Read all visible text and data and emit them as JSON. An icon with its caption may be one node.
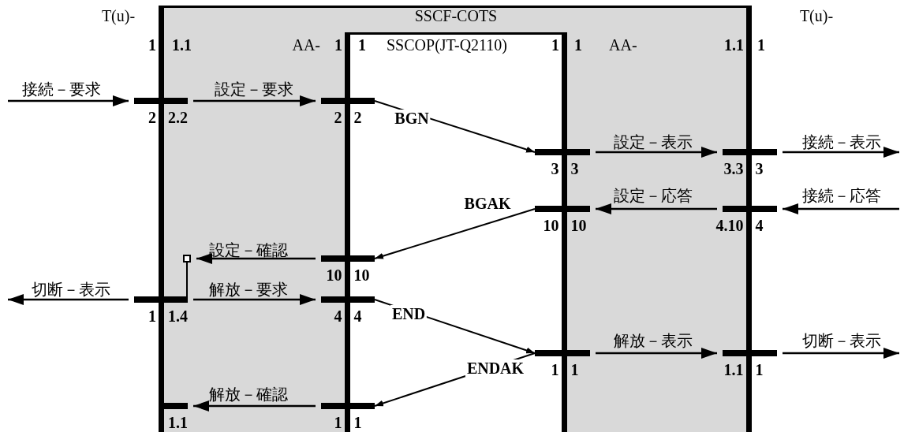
{
  "diagram": {
    "nodes": [
      {
        "text": [
          "SSCF-COTS"
        ]
      },
      {
        "text": [],
        "shape": "bar",
        "beside": [
          "2",
          "2.2"
        ]
      },
      {
        "text": [],
        "shape": "bar",
        "beside": [
          "2",
          "2"
        ],
        "in": 0
      },
      {
        "text": [],
        "shape": "bar",
        "beside": [
          "3",
          "3"
        ],
        "in": 0
      },
      {
        "text": [],
        "shape": "bar",
        "beside": [
          "3.3",
          "3"
        ]
      },
      {
        "text": [],
        "shape": "bar",
        "beside": [
          "10",
          "10"
        ],
        "in": 0
      },
      {
        "text": [],
        "shape": "bar",
        "beside": [
          "4.10",
          "4"
        ]
      },
      {
        "text": [],
        "shape": "box",
        "in": 0
      },
      {
        "text": [],
        "shape": "bar",
        "beside": [
          "10",
          "10"
        ],
        "in": 0
      },
      {
        "text": [],
        "shape": "bar",
        "beside": [
          "1",
          "1.4"
        ]
      },
      {
        "text": [],
        "shape": "bar",
        "beside": [
          "4",
          "4"
        ],
        "in": 0
      },
      {
        "text": [],
        "shape": "bar",
        "beside": [
          "1",
          "1"
        ],
        "in": 0
      },
      {
        "text": [],
        "shape": "bar",
        "beside": [
          "1.1",
          "1"
        ]
      },
      {
        "text": [],
        "shape": "bar",
        "beside": [
          "1.1"
        ],
        "in": 0
      },
      {
        "text": [],
        "shape": "bar",
        "beside": [
          "1",
          "1"
        ],
        "in": 0
      }
    ],
    "edges": [
      {
        "from": null,
        "to": 1,
        "arrow": "to",
        "label": "接続－要求"
      },
      {
        "from": 1,
        "to": 2,
        "arrow": "to",
        "label": "設定－要求"
      },
      {
        "from": 2,
        "to": 3,
        "arrow": "to",
        "label": "BGN"
      },
      {
        "from": 3,
        "to": 4,
        "arrow": "to",
        "label": "設定－表示"
      },
      {
        "from": 4,
        "to": null,
        "arrow": "to",
        "label": "接続－表示"
      },
      {
        "from": null,
        "to": 6,
        "arrow": "to",
        "label": "接続－応答"
      },
      {
        "from": 6,
        "to": 5,
        "arrow": "to",
        "label": "設定－応答"
      },
      {
        "from": 5,
        "to": 8,
        "arrow": "to",
        "label": "BGAK"
      },
      {
        "from": 8,
        "to": 7,
        "arrow": "to",
        "label": "設定－確認"
      },
      {
        "from": 7,
        "to": 9,
        "arrow": "none"
      },
      {
        "from": 9,
        "to": null,
        "arrow": "to",
        "label": "切断－表示"
      },
      {
        "from": 9,
        "to": 10,
        "arrow": "to",
        "label": "解放－要求"
      },
      {
        "from": 10,
        "to": 11,
        "arrow": "to",
        "label": "END"
      },
      {
        "from": 11,
        "to": 12,
        "arrow": "to",
        "label": "解放－表示"
      },
      {
        "from": 12,
        "to": null,
        "arrow": "to",
        "label": "切断－表示"
      },
      {
        "from": 11,
        "to": 14,
        "arrow": "to",
        "label": "ENDAK"
      },
      {
        "from": 14,
        "to": 13,
        "arrow": "to",
        "label": "解放－確認"
      }
    ],
    "labels": [
      "T(u)-",
      "T(u)-",
      "1",
      "1.1",
      "AA-",
      "1",
      "1",
      "SSCOP(JT-Q2110)",
      "1",
      "1",
      "AA-",
      "1.1",
      "1"
    ]
  }
}
